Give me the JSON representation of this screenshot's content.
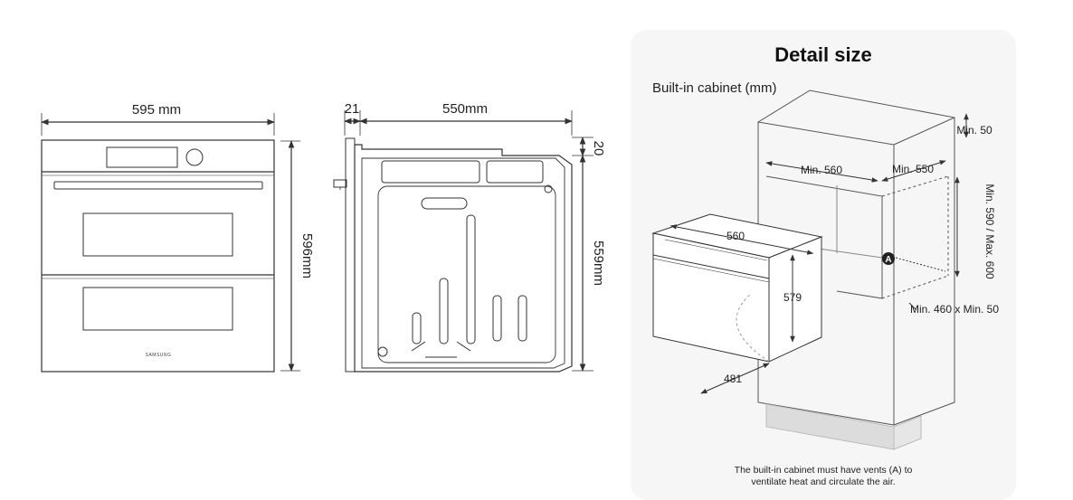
{
  "panel": {
    "title": "Detail size",
    "subtitle": "Built-in cabinet (mm)",
    "note_line1": "The built-in cabinet must have vents (A) to",
    "note_line2": "ventilate heat and circulate the air.",
    "vent_marker": "A"
  },
  "front_view": {
    "width_label": "595 mm",
    "height_label": "596mm",
    "brand": "SAMSUNG"
  },
  "side_view": {
    "door_label": "21",
    "depth_label": "550mm",
    "top_offset_label": "20",
    "height_label": "559mm"
  },
  "cabinet": {
    "min_width": "Min. 560",
    "min_depth": "Min. 550",
    "min_top": "Min. 50",
    "height_range": "Min. 590 / Max. 600",
    "vent_size": "Min. 460 x Min. 50",
    "oven_width": "560",
    "oven_height": "579",
    "door_swing": "481"
  }
}
